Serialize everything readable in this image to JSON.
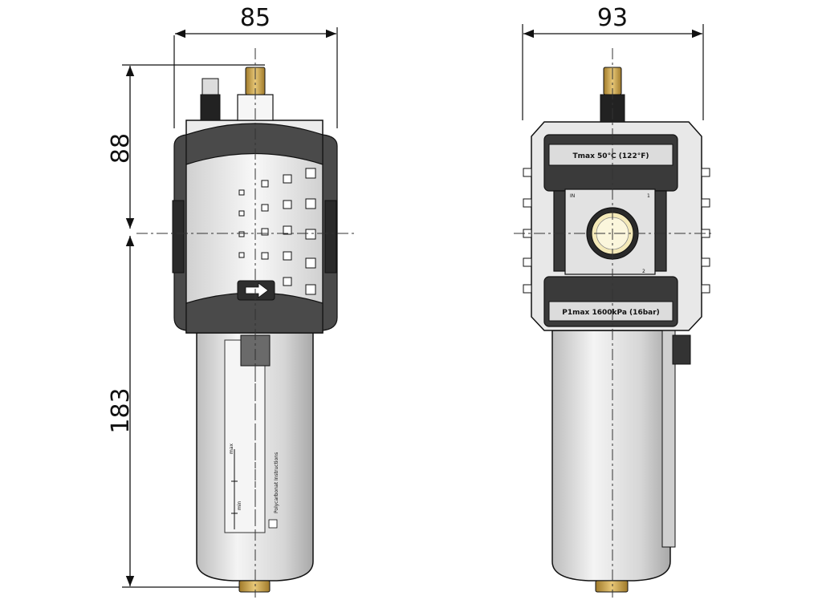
{
  "dimensions": {
    "width_left": "85",
    "width_right": "93",
    "height_top": "88",
    "height_bottom": "183"
  },
  "labels": {
    "tmax": "Tmax 50°C (122°F)",
    "pmax": "P1max 1600kPa (16bar)",
    "bowl_text": "Polycarbonat Instructions",
    "scale_max": "max",
    "scale_min": "min",
    "badge_left": "IN",
    "badge_right": "1",
    "badge_bottom_right": "2"
  },
  "colors": {
    "line": "#111111",
    "body_gray": "#e3e3e3",
    "dark_gray": "#3a3a3a",
    "brass": "#c9a24a",
    "bowl": "#dcdcdc"
  },
  "icons": {
    "flow_direction": "arrow-right-icon"
  }
}
